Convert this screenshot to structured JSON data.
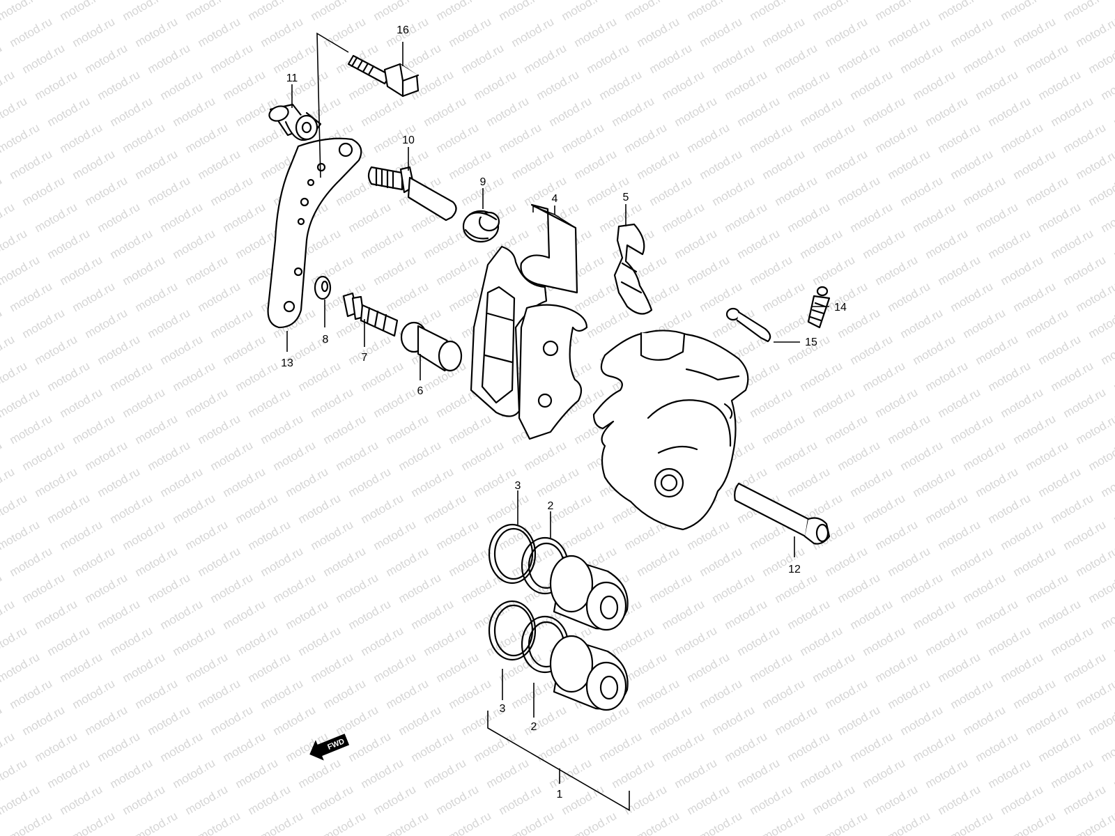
{
  "watermark": {
    "text": "motod.ru"
  },
  "fwd_label": "FWD",
  "callouts": [
    {
      "id": "1",
      "label": "1"
    },
    {
      "id": "2a",
      "label": "2"
    },
    {
      "id": "2b",
      "label": "2"
    },
    {
      "id": "3a",
      "label": "3"
    },
    {
      "id": "3b",
      "label": "3"
    },
    {
      "id": "4",
      "label": "4"
    },
    {
      "id": "5",
      "label": "5"
    },
    {
      "id": "6",
      "label": "6"
    },
    {
      "id": "7",
      "label": "7"
    },
    {
      "id": "8",
      "label": "8"
    },
    {
      "id": "9",
      "label": "9"
    },
    {
      "id": "10",
      "label": "10"
    },
    {
      "id": "11",
      "label": "11"
    },
    {
      "id": "12",
      "label": "12"
    },
    {
      "id": "13",
      "label": "13"
    },
    {
      "id": "14",
      "label": "14"
    },
    {
      "id": "15",
      "label": "15"
    },
    {
      "id": "16",
      "label": "16"
    }
  ]
}
